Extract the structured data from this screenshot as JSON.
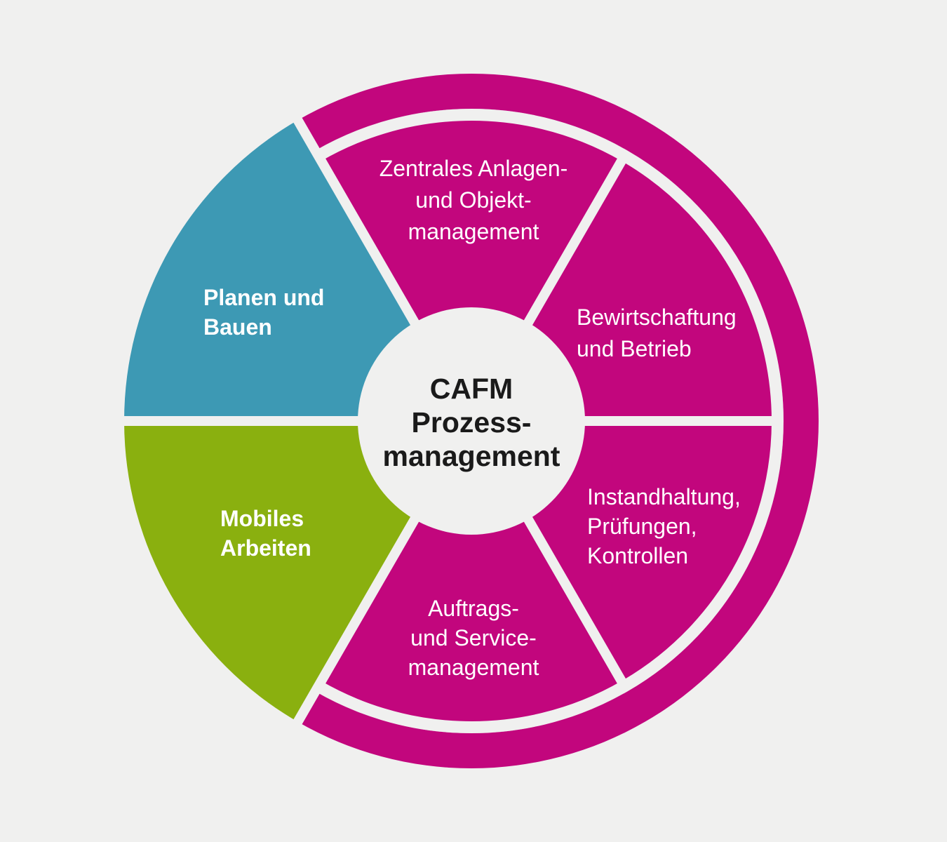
{
  "title": "CAFM Prozessmanagement Rad-Diagramm",
  "colors": {
    "magenta": "#c2067d",
    "blue": "#3d99b4",
    "green": "#8ab00f",
    "background": "#f0f0ef",
    "center_text": "#1a1a1a",
    "label_text": "#ffffff"
  },
  "center": {
    "label": "CAFM\nProzess-\nmanagement"
  },
  "segments": [
    {
      "id": "zentrales-anlagen-und-objektmanagement",
      "label": "Zentrales Anlagen-\nund Objekt-\nmanagement",
      "color": "magenta",
      "position": "top"
    },
    {
      "id": "bewirtschaftung-und-betrieb",
      "label": "Bewirtschaftung\nund Betrieb",
      "color": "magenta",
      "position": "upper-right"
    },
    {
      "id": "instandhaltung-pruefungen-kontrollen",
      "label": "Instandhaltung,\nPrüfungen,\nKontrollen",
      "color": "magenta",
      "position": "lower-right"
    },
    {
      "id": "auftrags-und-servicemanagement",
      "label": "Auftrags-\nund Service-\nmanagement",
      "color": "magenta",
      "position": "bottom"
    },
    {
      "id": "planen-und-bauen",
      "label": "Planen und\nBauen",
      "color": "blue",
      "position": "upper-left"
    },
    {
      "id": "mobiles-arbeiten",
      "label": "Mobiles\nArbeiten",
      "color": "green",
      "position": "lower-left"
    }
  ],
  "outer_ring": {
    "description": "Magenta-Aussenring umspannt die vier Magenta-Segmente",
    "color": "magenta"
  }
}
